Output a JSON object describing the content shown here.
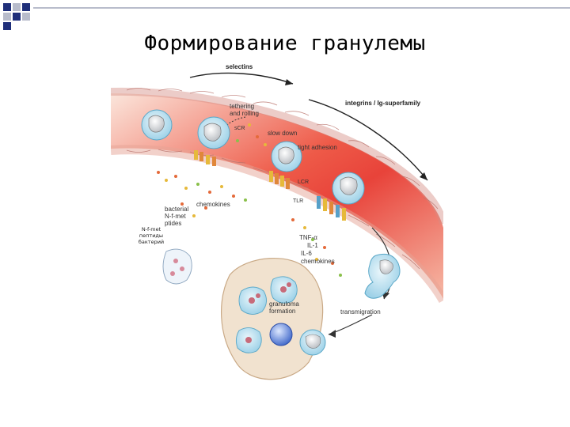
{
  "slide": {
    "title": "Формирование гранулемы"
  },
  "colors": {
    "corner_navy": "#1f2f7a",
    "corner_gray": "#b8bccb",
    "vessel_red": "#e8433a",
    "vessel_pink": "#f7c7b8",
    "tissue_cream": "#f1e2cf",
    "cell_blue": "#bfe3f2"
  },
  "diagram": {
    "labels": {
      "selectins": "selectins",
      "tethering": "tethering",
      "and_rolling": "and rolling",
      "scr": "sCR",
      "slow_down": "slow down",
      "integrins": "integrins / Ig-superfamily",
      "tight_adhesion": "tight adhesion",
      "chemokines_top": "chemokines",
      "lcr": "LCR",
      "tlr": "TLR",
      "bacterial": "bacterial",
      "n_f_met": "N-f-met",
      "peptides": "ptides",
      "tnf": "TNF-α",
      "il1": "IL-1",
      "il6": "IL-6",
      "chemokines_bottom": "chemokines",
      "granuloma": "granuloma",
      "formation": "formation",
      "transmigration": "transmigration"
    },
    "russian_note": {
      "line1": "N-f-met",
      "line2": "пептиды",
      "line3": "бактерий"
    }
  }
}
